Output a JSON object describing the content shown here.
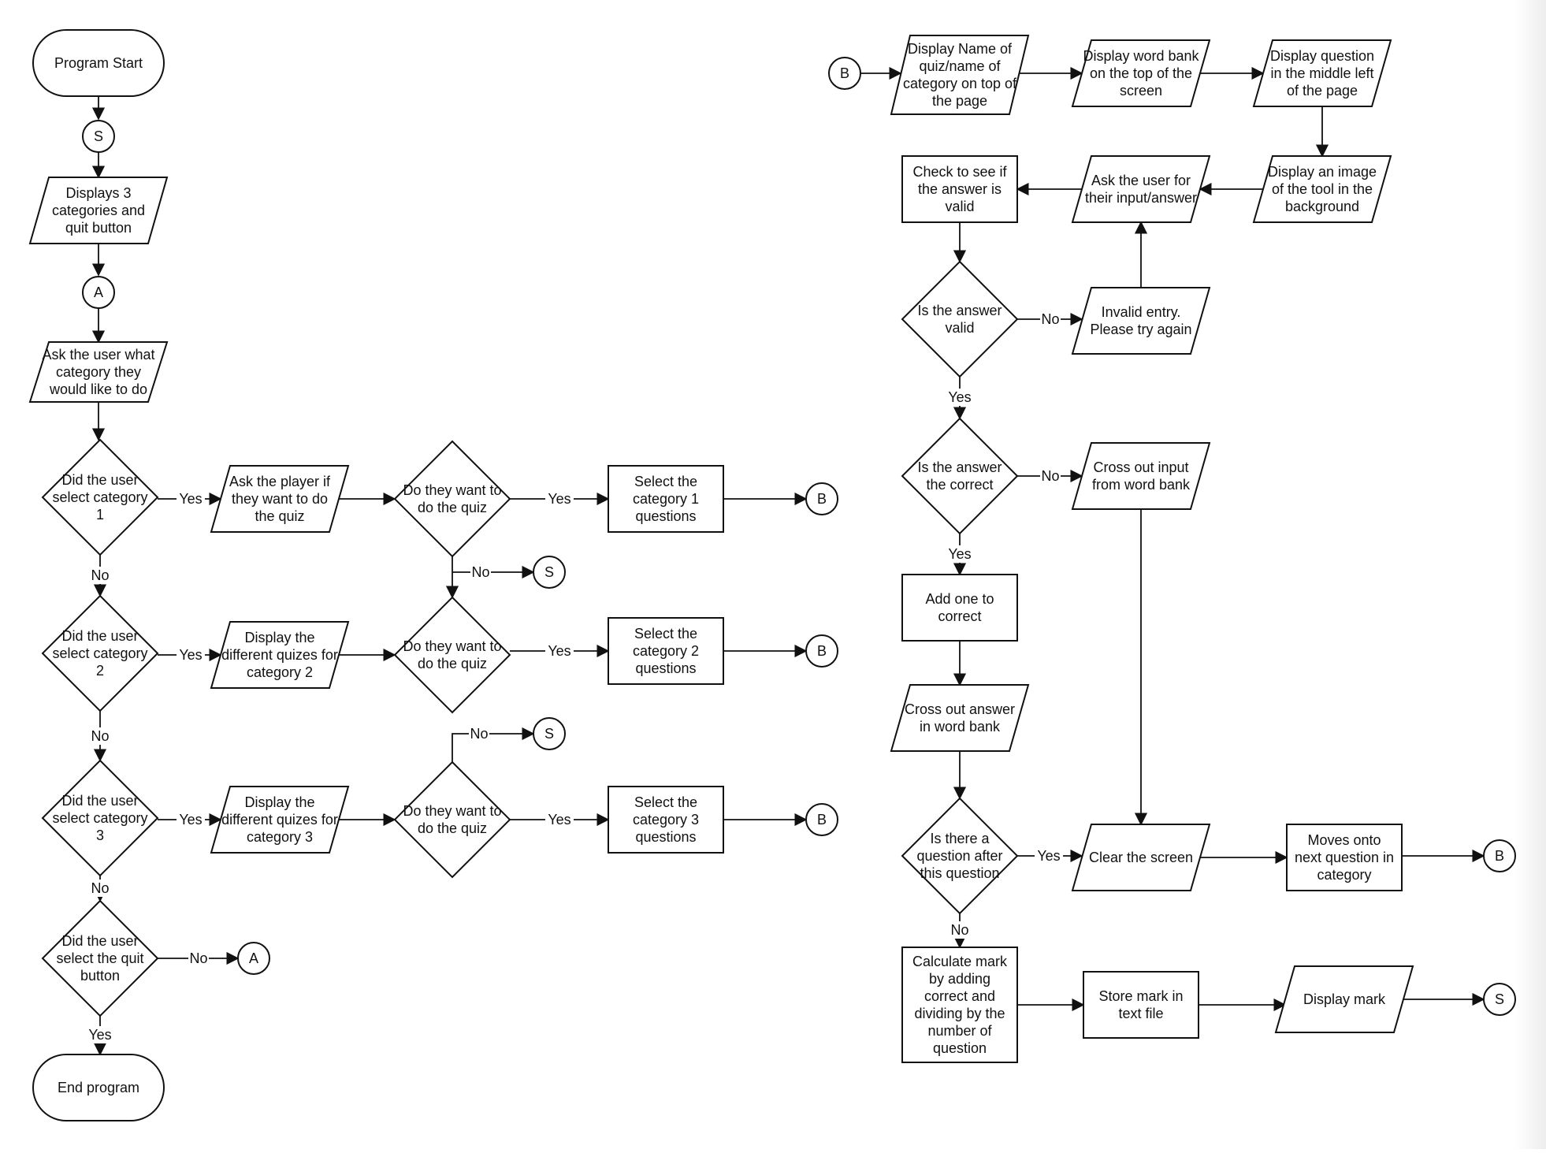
{
  "nodes": {
    "start": "Program Start",
    "s1": "S",
    "disp3": "Displays 3\ncategories and\nquit button",
    "a1": "A",
    "askcat": "Ask the user what\ncategory they\nwould like to do",
    "d1": "Did the user\nselect category\n1",
    "askq1": "Ask the player if\nthey want to do\nthe quiz",
    "dq1": "Do they want to\ndo the quiz",
    "sel1": "Select the\ncategory 1\nquestions",
    "b1": "B",
    "s2": "S",
    "d2": "Did the user\nselect category\n2",
    "disp2": "Display the\ndifferent quizes for\ncategory 2",
    "dq2": "Do they want to\ndo the quiz",
    "sel2": "Select the\ncategory 2\nquestions",
    "b2": "B",
    "s3": "S",
    "d3": "Did the user\nselect category\n3",
    "disp3b": "Display the\ndifferent quizes for\ncategory 3",
    "dq3": "Do they want to\ndo the quiz",
    "sel3": "Select the\ncategory 3\nquestions",
    "b3": "B",
    "dquit": "Did the user\nselect the quit\nbutton",
    "a2": "A",
    "end": "End program",
    "b4": "B",
    "dispname": "Display Name of\nquiz/name of\ncategory on top of\nthe page",
    "dispbank": "Display word bank\non the top of the\nscreen",
    "dispq": "Display question\nin the middle left\nof the page",
    "dispimg": "Display an image\nof the tool in the\nbackground",
    "askinput": "Ask the user for\ntheir input/answer",
    "check": "Check to see if\nthe answer is\nvalid",
    "dvalid": "Is the answer\nvalid",
    "invalid": "Invalid entry.\nPlease try again",
    "dcorrect": "Is the answer\nthe correct",
    "crossin": "Cross out input\nfrom word bank",
    "addone": "Add one to\ncorrect",
    "crossans": "Cross out answer\nin word bank",
    "dmore": "Is there a\nquestion after\nthis question",
    "clear": "Clear the screen",
    "moves": "Moves onto\nnext question in\ncategory",
    "b5": "B",
    "calc": "Calculate mark\nby adding\ncorrect and\ndividing by the\nnumber of\nquestion",
    "store": "Store mark in\ntext file",
    "dispmark": "Display mark",
    "s4": "S"
  },
  "edge_labels": {
    "yes": "Yes",
    "no": "No"
  }
}
